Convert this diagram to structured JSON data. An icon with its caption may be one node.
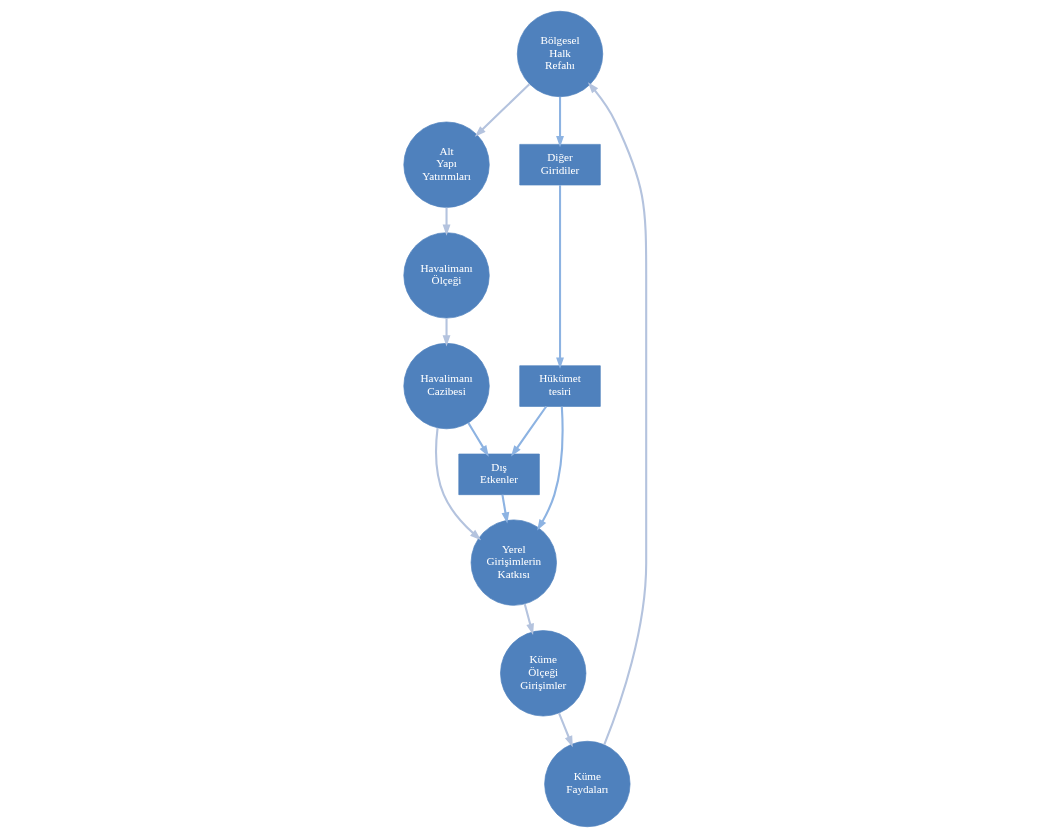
{
  "diagram": {
    "nodes": [
      {
        "text": [
          "Bölgesel Halk Refahı"
        ]
      },
      {
        "text": [
          "Alt Yapı Yatırımları"
        ]
      },
      {
        "text": [
          "Havalimanı Ölçeği"
        ]
      },
      {
        "text": [
          "Havalimanı Cazibesi"
        ]
      },
      {
        "text": [
          "Yerel Girişimlerin Katkısı"
        ]
      },
      {
        "text": [
          "Küme Ölçeği Girişimler"
        ]
      },
      {
        "text": [
          "Küme Faydaları"
        ]
      },
      {
        "text": [
          "Diğer Giridiler"
        ]
      },
      {
        "text": [
          "Hükümet tesiri"
        ]
      },
      {
        "text": [
          "Dış Etkenler"
        ]
      }
    ],
    "edges": [
      {
        "from": 0,
        "to": 1,
        "arrow": "to"
      },
      {
        "from": 1,
        "to": 2,
        "arrow": "to"
      },
      {
        "from": 2,
        "to": 3,
        "arrow": "to"
      },
      {
        "from": 3,
        "to": 4,
        "arrow": "to"
      },
      {
        "from": 4,
        "to": 5,
        "arrow": "to"
      },
      {
        "from": 5,
        "to": 6,
        "arrow": "to"
      },
      {
        "from": 6,
        "to": 0,
        "arrow": "to"
      },
      {
        "from": 0,
        "to": 7,
        "arrow": "to",
        "color": "#8db3e2"
      },
      {
        "from": 7,
        "to": 8,
        "arrow": "to",
        "color": "#8db3e2"
      },
      {
        "from": 8,
        "to": 9,
        "arrow": "to",
        "color": "#8db3e2"
      },
      {
        "from": 8,
        "to": 4,
        "arrow": "to",
        "color": "#8db3e2"
      },
      {
        "from": 9,
        "to": 4,
        "arrow": "to",
        "color": "#8db3e2"
      },
      {
        "from": 3,
        "to": 9,
        "arrow": "to",
        "color": "#8db3e2"
      }
    ]
  }
}
